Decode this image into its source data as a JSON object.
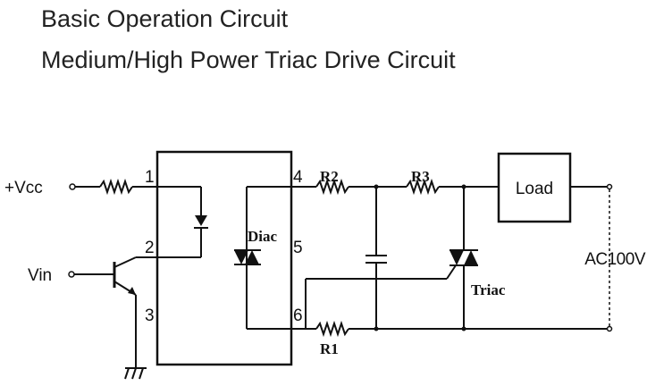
{
  "header": {
    "title": "Basic Operation Circuit",
    "subtitle": "Medium/High Power Triac Drive Circuit"
  },
  "circuit": {
    "labels": {
      "vcc": "+Vcc",
      "vin": "Vin",
      "pin1": "1",
      "pin2": "2",
      "pin3": "3",
      "pin4": "4",
      "pin5": "5",
      "pin6": "6",
      "diac": "Diac",
      "triac": "Triac",
      "r1": "R1",
      "r2": "R2",
      "r3": "R3",
      "load": "Load",
      "ac": "AC100V"
    }
  }
}
